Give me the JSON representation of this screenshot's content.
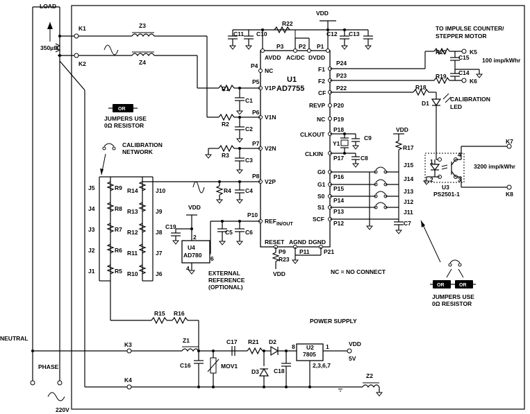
{
  "labels": {
    "load": "LOAD",
    "vdd": "VDD",
    "k1": "K1",
    "k2": "K2",
    "k3": "K3",
    "k4": "K4",
    "k5": "K5",
    "k6": "K6",
    "k7": "K7",
    "k8": "K8",
    "shunt": "350µΩ",
    "z1": "Z1",
    "z2": "Z2",
    "z3": "Z3",
    "z4": "Z4",
    "c11": "C11",
    "c10": "C10",
    "r22": "R22",
    "c12": "C12",
    "c13": "C13",
    "p3": "P3",
    "p2": "P2",
    "p1": "P1",
    "avdd": "AVDD",
    "acdc": "AC/DC",
    "dvdd": "DVDD",
    "u1": "U1",
    "ad7755": "AD7755",
    "p4": "P4",
    "nc_pin": "NC",
    "p5": "P5",
    "v1p": "V1P",
    "p6": "P6",
    "v1n": "V1N",
    "p7": "P7",
    "v2n": "V2N",
    "p8": "P8",
    "v2p": "V2P",
    "p10": "P10",
    "refinout": "REF",
    "refsub": "IN/OUT",
    "reset": "RESET",
    "agnd": "AGND",
    "dgnd": "DGND",
    "p9": "P9",
    "p11": "P11",
    "p21": "P21",
    "r23": "R23",
    "p24": "P24",
    "f1": "F1",
    "p23": "P23",
    "f2": "F2",
    "p22": "P22",
    "cf": "CF",
    "p20": "P20",
    "revp": "REVP",
    "p19": "P19",
    "nc2": "NC",
    "p18": "P18",
    "clkout": "CLKOUT",
    "p17": "P17",
    "clkin": "CLKIN",
    "y1": "Y1",
    "c9": "C9",
    "c8": "C8",
    "p16": "P16",
    "g0": "G0",
    "p15": "P15",
    "g1": "G1",
    "p14": "P14",
    "s0": "S0",
    "p13": "P13",
    "s1": "S1",
    "p12": "P12",
    "scf": "SCF",
    "r17": "R17",
    "j15": "J15",
    "j14": "J14",
    "j13": "J13",
    "j12": "J12",
    "j11": "J11",
    "c7": "C7",
    "r1": "R1",
    "r2": "R2",
    "r3": "R3",
    "r4": "R4",
    "c1": "C1",
    "c2": "C2",
    "c3": "C3",
    "c4": "C4",
    "c5": "C5",
    "c6": "C6",
    "to_impulse": "TO IMPULSE COUNTER/",
    "stepper": "STEPPER MOTOR",
    "r20": "R20",
    "c15": "C15",
    "c14": "C14",
    "r19": "R19",
    "imp100": "100 imp/kWhr",
    "r18": "R18",
    "d1": "D1",
    "cal_led1": "CALIBRATION",
    "cal_led2": "LED",
    "imp3200": "3200 imp/kWhr",
    "u3": "U3",
    "ps2501": "PS2501-1",
    "jumpers1": "JUMPERS USE",
    "jumpers2": "0Ω RESISTOR",
    "or": "OR",
    "calnet1": "CALIBRATION",
    "calnet2": "NETWORK",
    "r5": "R5",
    "r6": "R6",
    "r7": "R7",
    "r8": "R8",
    "r9": "R9",
    "r10": "R10",
    "r11": "R11",
    "r12": "R12",
    "r13": "R13",
    "r14": "R14",
    "j1": "J1",
    "j2": "J2",
    "j3": "J3",
    "j4": "J4",
    "j5": "J5",
    "j6": "J6",
    "j7": "J7",
    "j8": "J8",
    "j9": "J9",
    "j10": "J10",
    "c19": "C19",
    "u4": "U4",
    "ad780": "AD780",
    "ext1": "EXTERNAL",
    "ext2": "REFERENCE",
    "ext3": "(OPTIONAL)",
    "nc_note": "NC = NO CONNECT",
    "r15": "R15",
    "r16": "R16",
    "power_supply": "POWER SUPPLY",
    "neutral": "NEUTRAL",
    "phase": "PHASE",
    "v220": "220V",
    "c16": "C16",
    "mov1": "MOV1",
    "c17": "C17",
    "r21": "R21",
    "d2": "D2",
    "d3": "D3",
    "c18": "C18",
    "u2": "U2",
    "u7805": "7805",
    "pin8": "8",
    "pin1": "1",
    "pins": "2,3,6,7",
    "v5": "5V",
    "p_two": "2",
    "p_four": "4",
    "p_six": "6",
    "p1n": "1",
    "p2n": "2",
    "p3n": "3",
    "p4n": "4"
  }
}
